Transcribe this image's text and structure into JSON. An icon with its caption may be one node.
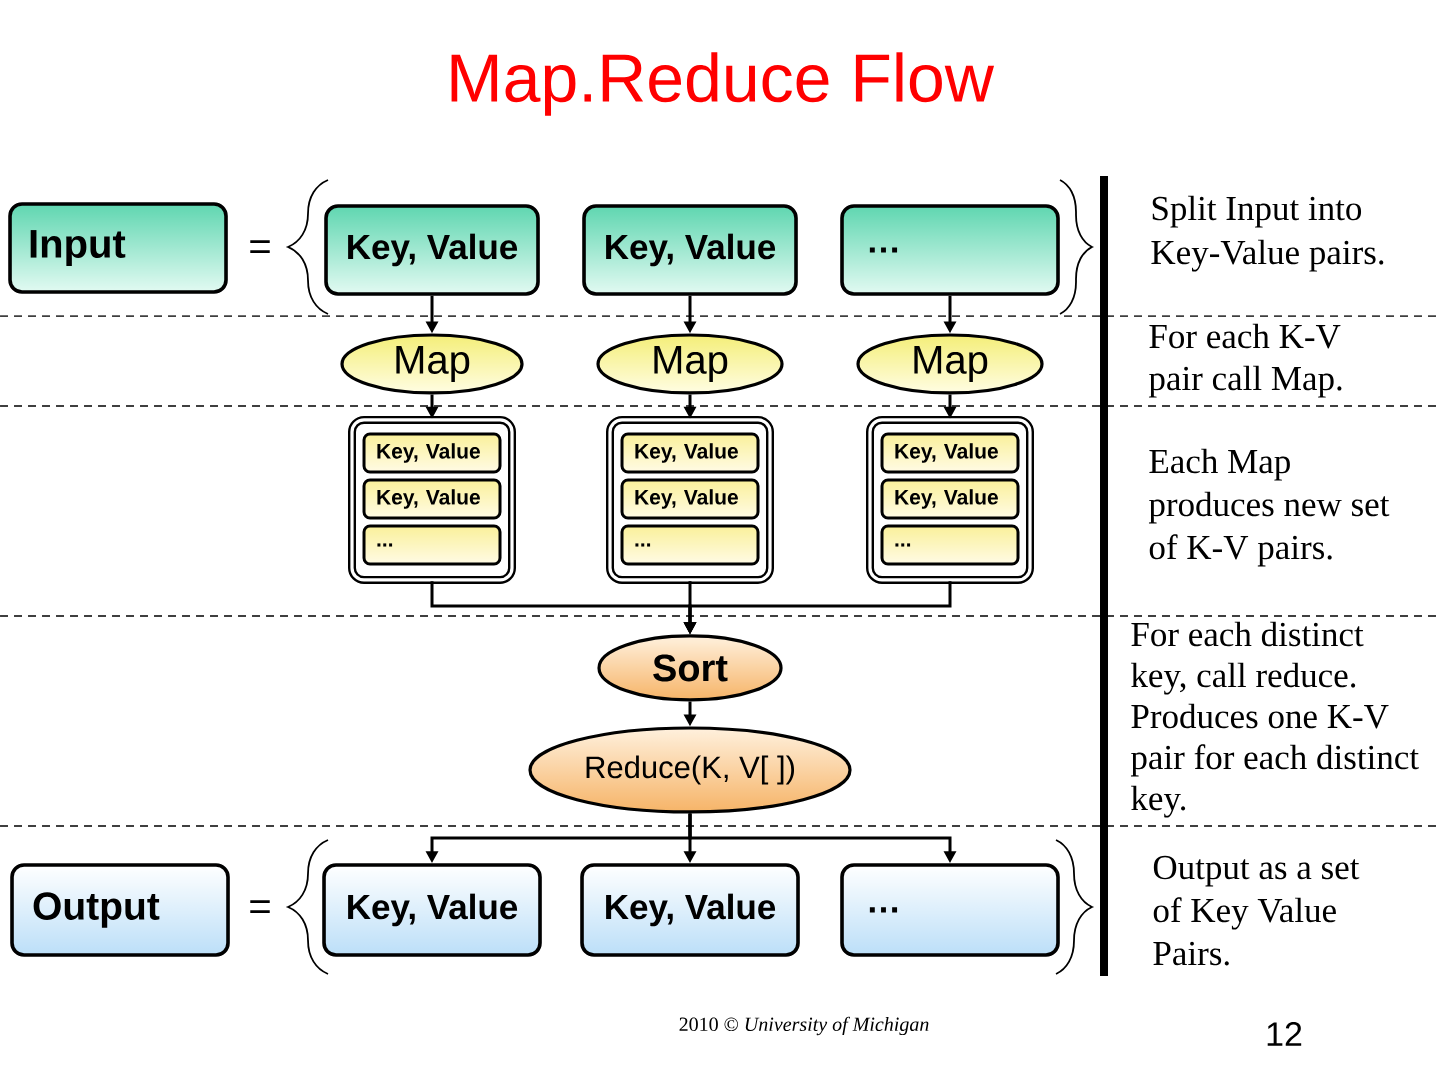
{
  "diagram": {
    "title": "Map.Reduce Flow",
    "nodes": [
      {
        "text": [
          "Input"
        ]
      },
      {
        "text": [
          "Key, Value"
        ]
      },
      {
        "text": [
          "Key, Value"
        ]
      },
      {
        "text": [
          "…"
        ]
      },
      {
        "text": [
          "Map"
        ]
      },
      {
        "text": [
          "Map"
        ]
      },
      {
        "text": [
          "Map"
        ]
      },
      {
        "text": [],
        "shape": "box"
      },
      {
        "text": [
          "Key, Value"
        ],
        "in": 7
      },
      {
        "text": [
          "Key, Value"
        ],
        "in": 7
      },
      {
        "text": [
          "..."
        ],
        "in": 7
      },
      {
        "text": [],
        "shape": "box"
      },
      {
        "text": [
          "Key, Value"
        ],
        "in": 11
      },
      {
        "text": [
          "Key, Value"
        ],
        "in": 11
      },
      {
        "text": [
          "..."
        ],
        "in": 11
      },
      {
        "text": [],
        "shape": "box"
      },
      {
        "text": [
          "Key, Value"
        ],
        "in": 15
      },
      {
        "text": [
          "Key, Value"
        ],
        "in": 15
      },
      {
        "text": [
          "..."
        ],
        "in": 15
      },
      {
        "text": [
          "Sort"
        ]
      },
      {
        "text": [
          "Reduce(K, V[ ])"
        ]
      },
      {
        "text": [
          "Output"
        ]
      },
      {
        "text": [
          "Key, Value"
        ]
      },
      {
        "text": [
          "Key, Value"
        ]
      },
      {
        "text": [
          "…"
        ]
      }
    ],
    "edges": [
      {
        "from": 1,
        "to": 4,
        "arrow": "to"
      },
      {
        "from": 2,
        "to": 5,
        "arrow": "to"
      },
      {
        "from": 3,
        "to": 6,
        "arrow": "to"
      },
      {
        "from": 4,
        "to": 7,
        "arrow": "to"
      },
      {
        "from": 5,
        "to": 11,
        "arrow": "to"
      },
      {
        "from": 6,
        "to": 15,
        "arrow": "to"
      },
      {
        "from": 7,
        "to": 19,
        "arrow": "to"
      },
      {
        "from": 11,
        "to": 19,
        "arrow": "to"
      },
      {
        "from": 15,
        "to": 19,
        "arrow": "to"
      },
      {
        "from": 19,
        "to": 20,
        "arrow": "to"
      },
      {
        "from": 20,
        "to": 22,
        "arrow": "to"
      },
      {
        "from": 20,
        "to": 23,
        "arrow": "to"
      },
      {
        "from": 20,
        "to": 24,
        "arrow": "to"
      }
    ],
    "labels": [
      "=",
      "Split Input into Key-Value pairs.",
      "For each K-V pair call Map.",
      "Each Map produces new set of K-V pairs.",
      "For each distinct key, call reduce. Produces one K-V pair for each distinct key.",
      "=",
      "Output as a set of Key Value Pairs.",
      "2010 © *University of Michigan*",
      "12"
    ]
  }
}
